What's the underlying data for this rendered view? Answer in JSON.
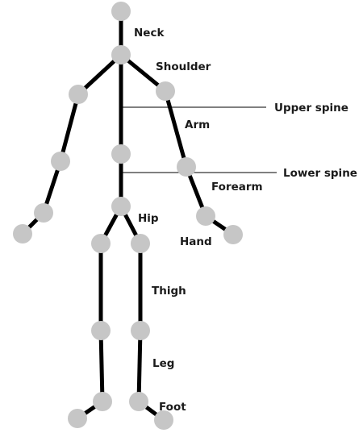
{
  "labels": {
    "neck": "Neck",
    "shoulder": "Shoulder",
    "upper_spine": "Upper spine",
    "arm": "Arm",
    "lower_spine": "Lower spine",
    "forearm": "Forearm",
    "hip": "Hip",
    "hand": "Hand",
    "thigh": "Thigh",
    "leg": "Leg",
    "foot": "Foot"
  },
  "colors": {
    "bone": "#000000",
    "joint": "#c6c6c6",
    "text": "#1a1a1a"
  }
}
